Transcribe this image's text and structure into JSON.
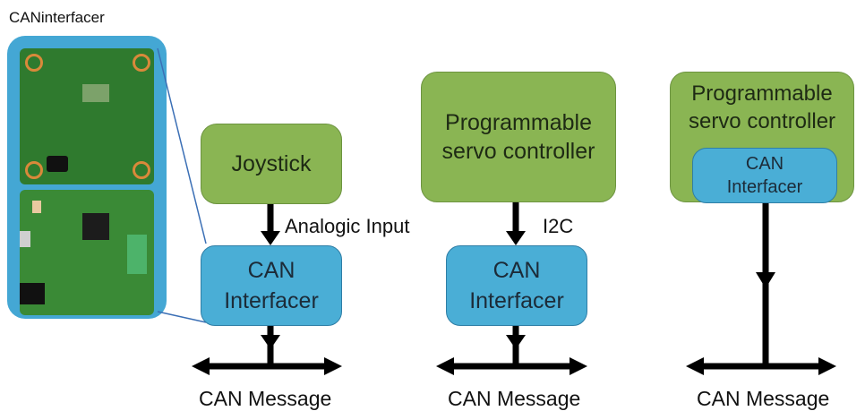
{
  "photo_panel": {
    "title": "CANinterfacer"
  },
  "config_1": {
    "top_box": "Joystick",
    "connection": "Analogic Input",
    "can_box": "CAN\nInterfacer",
    "bus_label": "CAN Message"
  },
  "config_2": {
    "top_box": "Programmable\nservo controller",
    "connection": "I2C",
    "can_box": "CAN\nInterfacer",
    "bus_label": "CAN Message"
  },
  "config_3": {
    "top_box": "Programmable\nservo controller",
    "inner_box": "CAN\nInterfacer",
    "bus_label": "CAN Message"
  },
  "colors": {
    "green_box": "#8ab553",
    "blue_box": "#4aaed6",
    "panel": "#44a7d4",
    "lines": "#000000"
  }
}
